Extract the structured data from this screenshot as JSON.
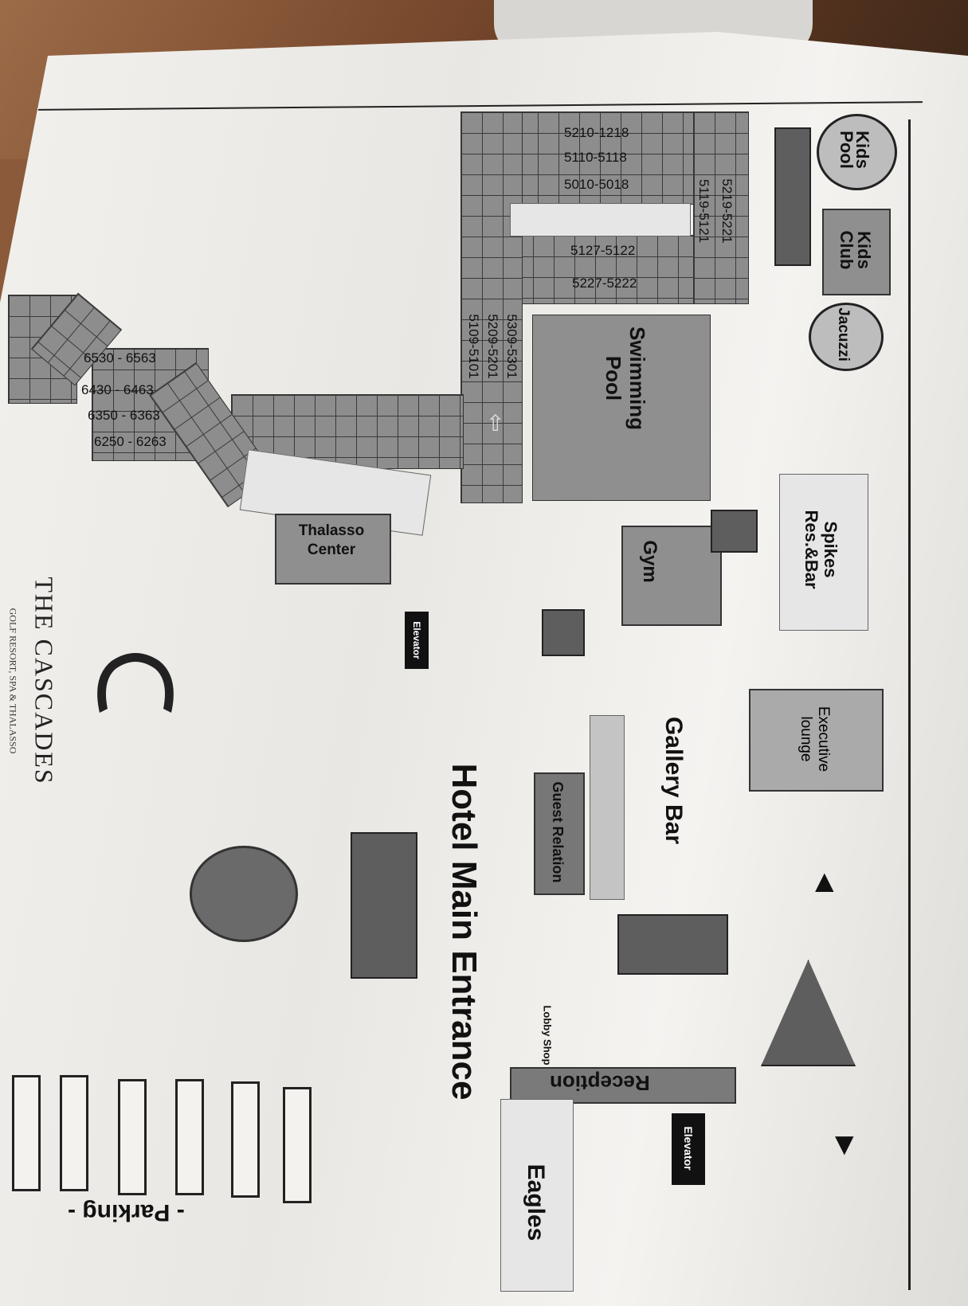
{
  "brand": {
    "name": "THE CASCADES",
    "tagline": "GOLF RESORT, SPA & THALASSO"
  },
  "facilities": {
    "kids_pool": "Kids Pool",
    "kids_club": "Kids Club",
    "jacuzzi": "Jacuzzi",
    "swimming_pool": "Swimming Pool",
    "spikes": "Spikes Res.&Bar",
    "gym": "Gym",
    "thalasso": "Thalasso Center",
    "elevator_1": "Elevator",
    "elevator_2": "Elevator",
    "gallery_bar": "Gallery Bar",
    "executive_lounge": "Executive lounge",
    "guest_relation": "Guest Relation",
    "lobby_shop": "Lobby Shop",
    "reception": "Reception",
    "eagles": "Eagles",
    "main_entrance": "Hotel Main Entrance",
    "parking": "- Parking -"
  },
  "rooms": {
    "block5": [
      "5210-1218",
      "5110-5118",
      "5010-5018",
      "5219-5221",
      "5119-5121",
      "5127-5122",
      "5227-5222",
      "5309-5301",
      "5209-5201",
      "5109-5101"
    ],
    "block6": [
      "6530 - 6563",
      "6430 - 6463",
      "6350 - 6363",
      "6250 - 6263"
    ]
  },
  "colors": {
    "paper": "#f2f0ec",
    "room_fill": "#8d8d8d",
    "ink": "#111111"
  }
}
